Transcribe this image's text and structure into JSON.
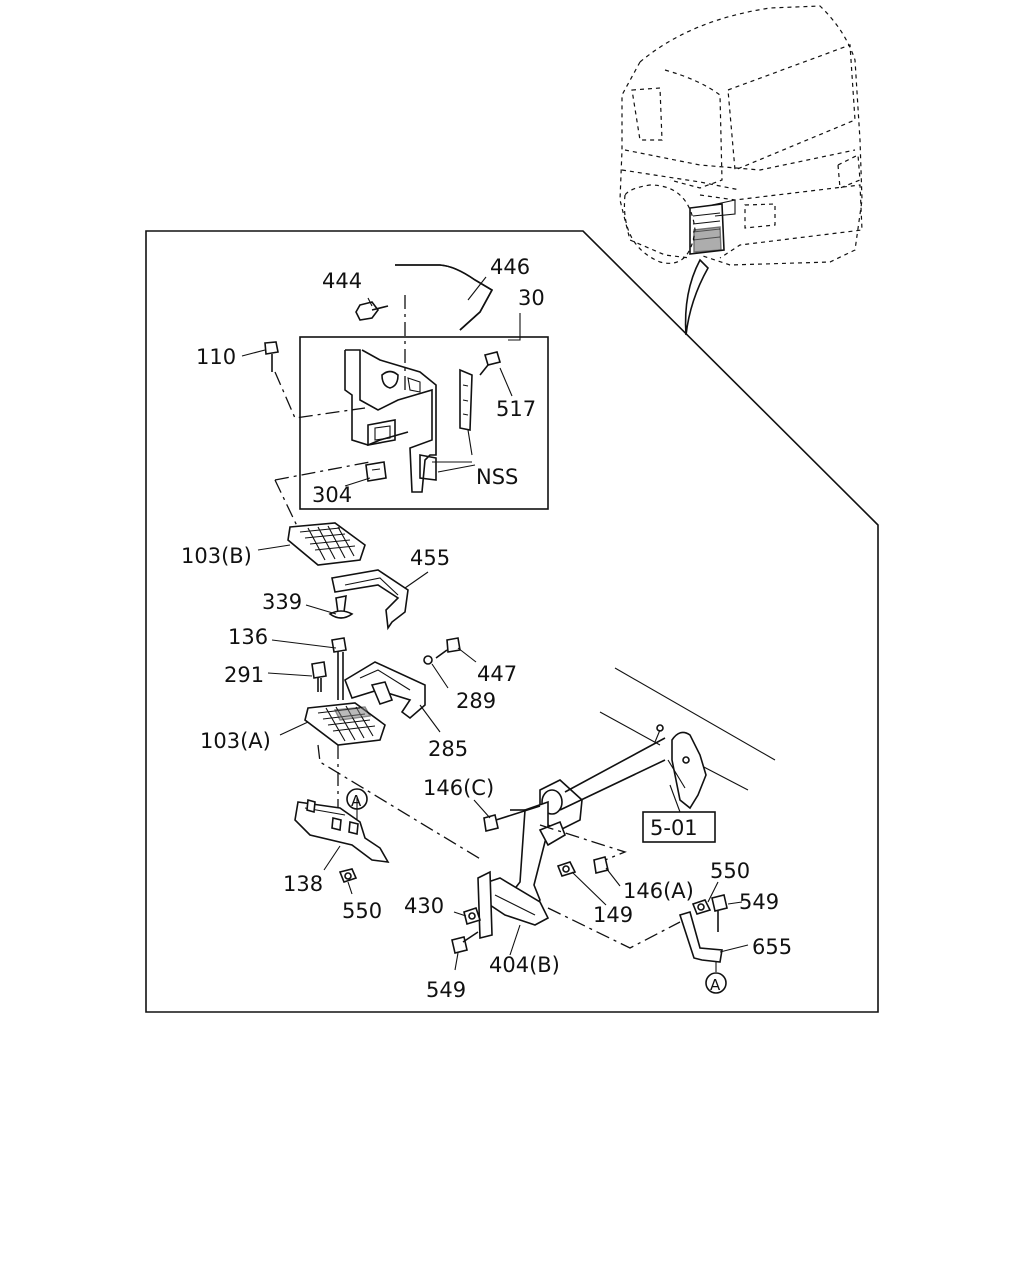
{
  "diagram": {
    "labels": [
      {
        "id": "444",
        "text": "444"
      },
      {
        "id": "446",
        "text": "446"
      },
      {
        "id": "30",
        "text": "30"
      },
      {
        "id": "110",
        "text": "110"
      },
      {
        "id": "517",
        "text": "517"
      },
      {
        "id": "nss",
        "text": "NSS"
      },
      {
        "id": "304",
        "text": "304"
      },
      {
        "id": "103b",
        "text": "103(B)"
      },
      {
        "id": "455",
        "text": "455"
      },
      {
        "id": "339",
        "text": "339"
      },
      {
        "id": "136",
        "text": "136"
      },
      {
        "id": "291",
        "text": "291"
      },
      {
        "id": "447",
        "text": "447"
      },
      {
        "id": "289",
        "text": "289"
      },
      {
        "id": "103a",
        "text": "103(A)"
      },
      {
        "id": "285",
        "text": "285"
      },
      {
        "id": "146c",
        "text": "146(C)"
      },
      {
        "id": "ref501",
        "text": "5-01"
      },
      {
        "id": "markA1",
        "text": "A"
      },
      {
        "id": "138",
        "text": "138"
      },
      {
        "id": "550a",
        "text": "550"
      },
      {
        "id": "149",
        "text": "149"
      },
      {
        "id": "146a",
        "text": "146(A)"
      },
      {
        "id": "550b",
        "text": "550"
      },
      {
        "id": "549b",
        "text": "549"
      },
      {
        "id": "430",
        "text": "430"
      },
      {
        "id": "655",
        "text": "655"
      },
      {
        "id": "549a",
        "text": "549"
      },
      {
        "id": "404b",
        "text": "404(B)"
      },
      {
        "id": "markA2",
        "text": "A"
      }
    ]
  }
}
